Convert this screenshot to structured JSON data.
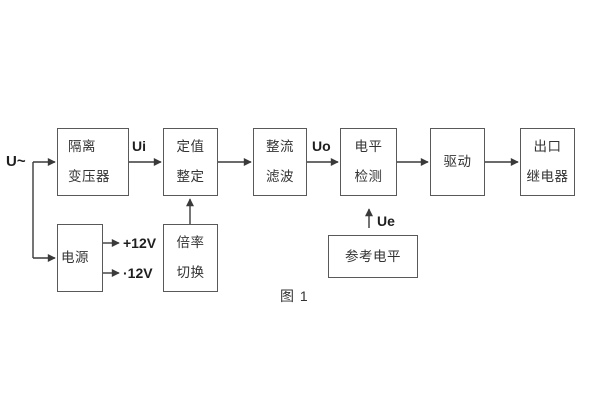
{
  "diagram": {
    "caption": "图 1",
    "input_label": "U~",
    "signal_labels": {
      "ui": "Ui",
      "uo": "Uo",
      "ue": "Ue"
    },
    "power_outputs": {
      "positive": "+12V",
      "negative": "·12V"
    },
    "blocks": {
      "isolation_transformer": {
        "line1": "隔离",
        "line2": "变压器"
      },
      "setpoint_adjust": {
        "line1": "定值",
        "line2": "整定"
      },
      "rectifier_filter": {
        "line1": "整流",
        "line2": "滤波"
      },
      "level_detect": {
        "line1": "电平",
        "line2": "检测"
      },
      "driver": {
        "label": "驱动"
      },
      "output_relay": {
        "line1": "出口",
        "line2": "继电器"
      },
      "power_supply": {
        "label": "电源"
      },
      "ratio_switch": {
        "line1": "倍率",
        "line2": "切换"
      },
      "reference_level": {
        "label": "参考电平"
      }
    },
    "colors": {
      "line": "#3a3a3a",
      "border": "#595959",
      "text": "#333333",
      "background": "#ffffff"
    }
  }
}
